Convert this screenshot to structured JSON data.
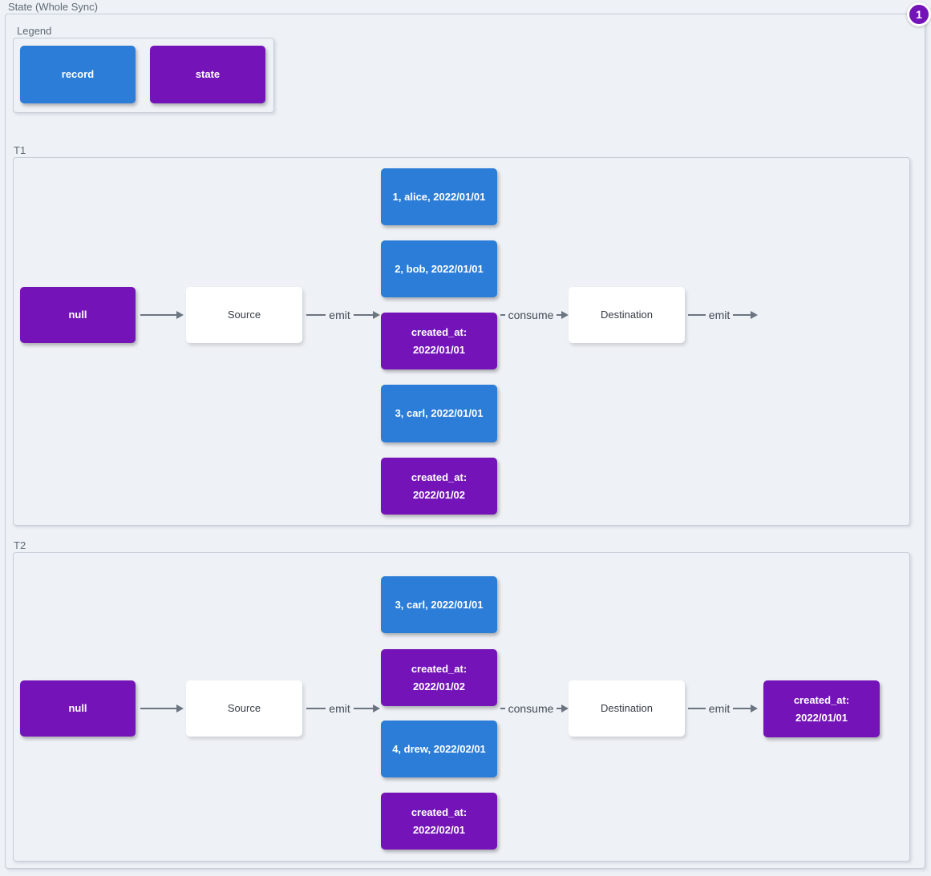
{
  "title": "State (Whole Sync)",
  "badge": {
    "value": "1"
  },
  "colors": {
    "record": "#2b7dd8",
    "state": "#7413b8",
    "arrow": "#6b7480",
    "background": "#eef1f6",
    "container_border": "#c6cdd8"
  },
  "legend": {
    "title": "Legend",
    "items": [
      {
        "label": "record",
        "type": "record"
      },
      {
        "label": "state",
        "type": "state"
      }
    ]
  },
  "sections": {
    "t1": {
      "title": "T1",
      "input": {
        "label": "null",
        "type": "state"
      },
      "source": {
        "label": "Source"
      },
      "destination": {
        "label": "Destination"
      },
      "emit_label": "emit",
      "consume_label": "consume",
      "emit_out_label": "emit",
      "stack": [
        {
          "label": "1, alice, 2022/01/01",
          "type": "record"
        },
        {
          "label": "2, bob, 2022/01/01",
          "type": "record"
        },
        {
          "label": "created_at:\n2022/01/01",
          "type": "state"
        },
        {
          "label": "3, carl, 2022/01/01",
          "type": "record"
        },
        {
          "label": "created_at:\n2022/01/02",
          "type": "state"
        }
      ]
    },
    "t2": {
      "title": "T2",
      "input": {
        "label": "null",
        "type": "state"
      },
      "source": {
        "label": "Source"
      },
      "destination": {
        "label": "Destination"
      },
      "emit_label": "emit",
      "consume_label": "consume",
      "emit_out_label": "emit",
      "stack": [
        {
          "label": "3, carl, 2022/01/01",
          "type": "record"
        },
        {
          "label": "created_at:\n2022/01/02",
          "type": "state"
        },
        {
          "label": "4, drew, 2022/02/01",
          "type": "record"
        },
        {
          "label": "created_at:\n2022/02/01",
          "type": "state"
        }
      ],
      "output": {
        "label": "created_at:\n2022/01/01",
        "type": "state"
      }
    }
  }
}
